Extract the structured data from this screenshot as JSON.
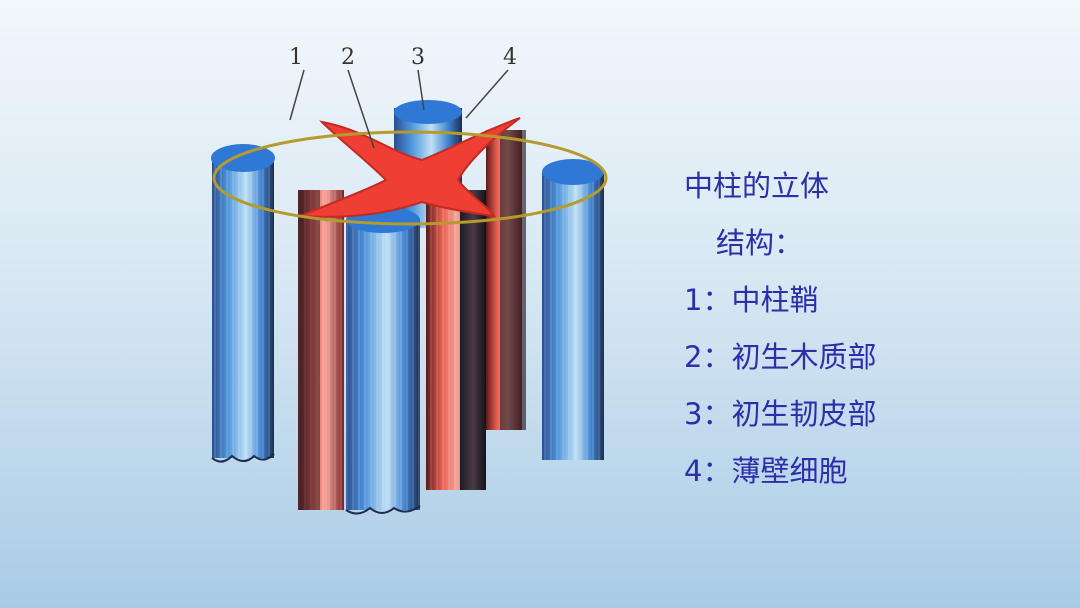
{
  "diagram": {
    "labels": [
      "1",
      "2",
      "3",
      "4"
    ]
  },
  "legend": {
    "title_line1": "中柱的立体",
    "title_line2": "结构：",
    "items": [
      "1：中柱鞘",
      "2：初生木质部",
      "3：初生韧皮部",
      "4：薄壁细胞"
    ]
  },
  "colors": {
    "text": "#2b2fa8",
    "xylem": "#ea3f33",
    "phloem": "#2f78d6",
    "ring": "#b59a2e"
  }
}
